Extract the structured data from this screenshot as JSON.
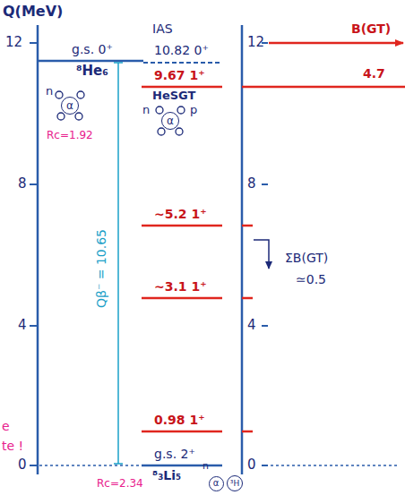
{
  "diagram": {
    "nodes": [
      {
        "text": [
          "α"
        ]
      },
      {
        "text": [
          "α"
        ]
      },
      {
        "text": [
          "α"
        ]
      },
      {
        "text": [
          "³H"
        ]
      }
    ],
    "labels": [
      "Q(MeV)",
      "12",
      "8",
      "4",
      "0",
      "12",
      "8",
      "4",
      "0",
      "B(GT)",
      "g.s. 0⁺",
      "⁸He₆",
      "n",
      "Rc=1.92",
      "IAS",
      "10.82 0⁺",
      "9.67 1⁺",
      "HeSGT",
      "n",
      "p",
      "Qβ⁻ = 10.65",
      "~5.2 1⁺",
      "~3.1 1⁺",
      "0.98 1⁺",
      "g.s. 2⁺",
      "⁸₃Li₅",
      "Rc=2.34",
      "n",
      "4.7",
      "ΣB(GT)",
      "≃0.5",
      "e",
      "te !"
    ]
  }
}
